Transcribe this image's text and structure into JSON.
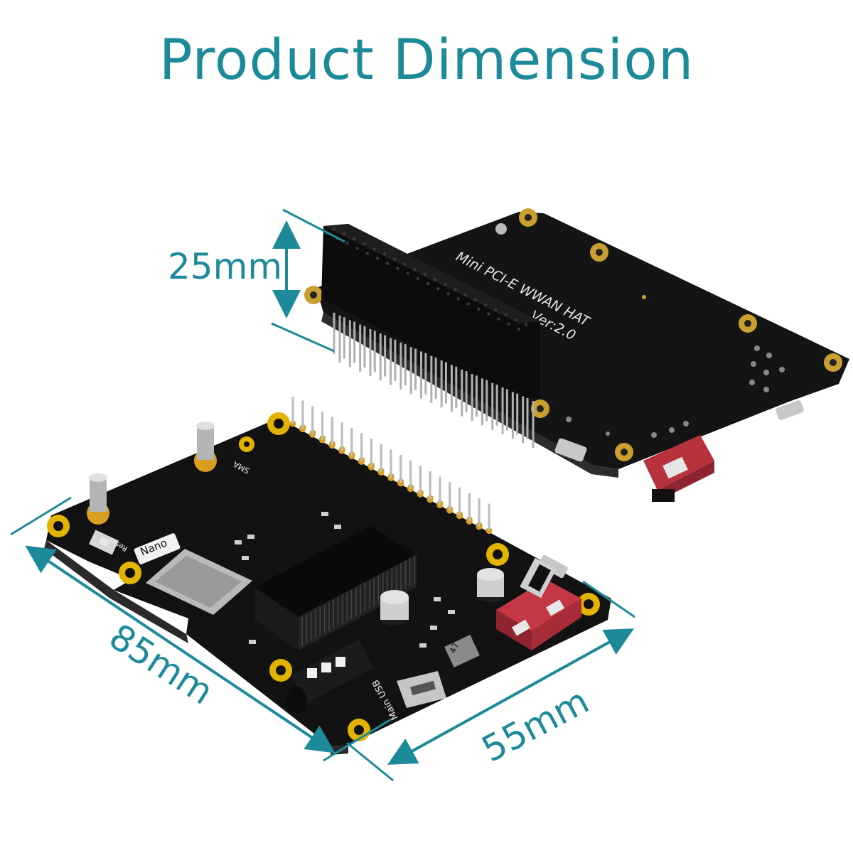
{
  "title": "Product Dimension",
  "dimensions": {
    "height": "25mm",
    "length": "85mm",
    "width": "55mm"
  },
  "board_top": {
    "label_line1": "Mini PCI-E WWAN HAT",
    "label_line2": "Ver:2.0"
  },
  "board_bottom": {
    "nano_label": "Nano",
    "sma_label": "SMA",
    "reset_label": "Reset",
    "main_usb_label": "Main USB",
    "inductor_label": "47"
  },
  "colors": {
    "accent": "#1d8a99",
    "pcb": "#121212",
    "gold": "#e2b400",
    "switch": "#b8323c"
  }
}
